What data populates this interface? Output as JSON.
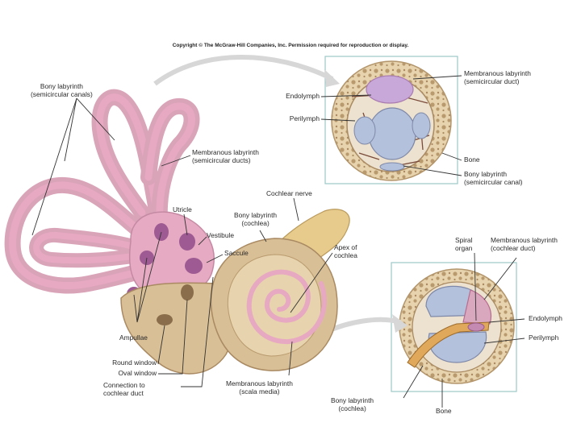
{
  "copyright": "Copyright © The McGraw-Hill Companies, Inc. Permission required for reproduction or display.",
  "labels": {
    "bony_labyrinth_semicircular_canals": "Bony labyrinth\n(semicircular canals)",
    "membranous_labyrinth_semicircular_ducts": "Membranous labyrinth\n(semicircular ducts)",
    "utricle": "Utricle",
    "vestibule": "Vestibule",
    "saccule": "Saccule",
    "ampullae": "Ampullae",
    "round_window": "Round window",
    "oval_window": "Oval window",
    "connection_to_cochlear_duct": "Connection to\ncochlear duct",
    "cochlear_nerve": "Cochlear nerve",
    "bony_labyrinth_cochlea_main": "Bony labyrinth\n(cochlea)",
    "apex_of_cochlea": "Apex of\ncochlea",
    "membranous_labyrinth_scala_media": "Membranous labyrinth\n(scala media)",
    "top_inset_endolymph": "Endolymph",
    "top_inset_perilymph": "Perilymph",
    "top_inset_membranous_semicircular_duct": "Membranous labyrinth\n(semicircular duct)",
    "top_inset_bone": "Bone",
    "top_inset_bony_semicircular_canal": "Bony labyrinth\n(semicircular canal)",
    "spiral_organ": "Spiral\norgan",
    "bottom_inset_membranous_cochlear_duct": "Membranous labyrinth\n(cochlear duct)",
    "bottom_inset_endolymph": "Endolymph",
    "bottom_inset_perilymph": "Perilymph",
    "bottom_inset_bony_cochlea": "Bony labyrinth\n(cochlea)",
    "bottom_inset_bone": "Bone"
  },
  "colors": {
    "bone": "#d9bf96",
    "bone_dark": "#a98a62",
    "membrane_pink": "#e7a8c2",
    "membrane_dark": "#b86b8d",
    "fluid_blue": "#b4c1dc",
    "fluid_lilac": "#c7a8d8",
    "nerve": "#e7cb8c",
    "leader": "#333333",
    "inset_frame": "#9cc8c8"
  }
}
